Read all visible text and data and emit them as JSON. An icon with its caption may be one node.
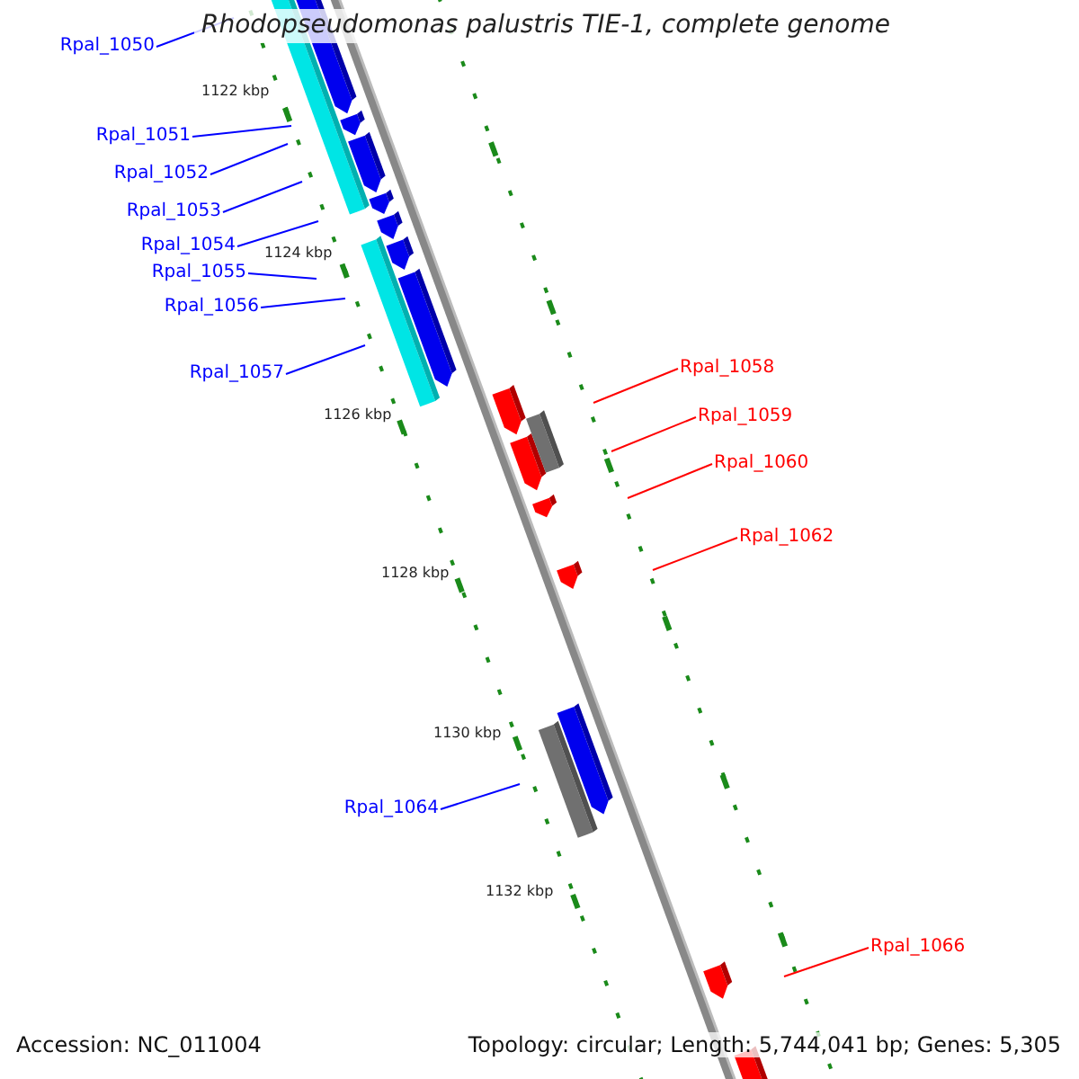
{
  "diagram": {
    "title": "Rhodopseudomonas palustris TIE-1, complete genome",
    "nodes": [
      {
        "text": [
          "Rpal_1050"
        ]
      },
      {
        "text": [
          "Rpal_1051"
        ]
      },
      {
        "text": [
          "Rpal_1052"
        ]
      },
      {
        "text": [
          "Rpal_1053"
        ]
      },
      {
        "text": [
          "Rpal_1054"
        ]
      },
      {
        "text": [
          "Rpal_1055"
        ]
      },
      {
        "text": [
          "Rpal_1056"
        ]
      },
      {
        "text": [
          "Rpal_1057"
        ]
      },
      {
        "text": [
          "Rpal_1058"
        ]
      },
      {
        "text": [
          "Rpal_1059"
        ]
      },
      {
        "text": [
          "Rpal_1060"
        ]
      },
      {
        "text": [
          "Rpal_1062"
        ]
      },
      {
        "text": [
          "Rpal_1064"
        ]
      },
      {
        "text": [
          "Rpal_1066"
        ]
      }
    ],
    "edges": [
      {
        "from": 0,
        "to": null,
        "arrow": "none"
      },
      {
        "from": 1,
        "to": null,
        "arrow": "none"
      },
      {
        "from": 2,
        "to": null,
        "arrow": "none"
      },
      {
        "from": 3,
        "to": null,
        "arrow": "none"
      },
      {
        "from": 4,
        "to": null,
        "arrow": "none"
      },
      {
        "from": 5,
        "to": null,
        "arrow": "none"
      },
      {
        "from": 6,
        "to": null,
        "arrow": "none"
      },
      {
        "from": 7,
        "to": null,
        "arrow": "none"
      },
      {
        "from": 8,
        "to": null,
        "arrow": "none",
        "color": "#ff0000"
      },
      {
        "from": 9,
        "to": null,
        "arrow": "none",
        "color": "#ff0000"
      },
      {
        "from": 10,
        "to": null,
        "arrow": "none",
        "color": "#ff0000"
      },
      {
        "from": 11,
        "to": null,
        "arrow": "none",
        "color": "#ff0000"
      },
      {
        "from": 12,
        "to": null,
        "arrow": "none"
      },
      {
        "from": 13,
        "to": null,
        "arrow": "none",
        "color": "#ff0000"
      }
    ],
    "labels": [
      "1122 kbp",
      "1124 kbp",
      "1126 kbp",
      "1128 kbp",
      "1130 kbp",
      "1132 kbp",
      "Accession: NC_011004",
      "Topology: circular; Length: 5,744,041 bp; Genes: 5,305"
    ]
  }
}
